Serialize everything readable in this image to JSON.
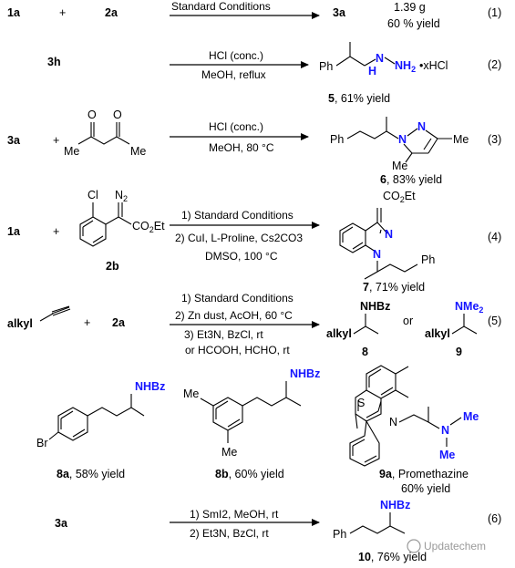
{
  "reactions": [
    {
      "number": "(1)",
      "reactants": [
        "1a",
        "+",
        "2a"
      ],
      "conditions": [
        "Standard Conditions"
      ],
      "product": "3a",
      "mass": "1.39 g",
      "yield": "60 % yield"
    },
    {
      "number": "(2)",
      "reactants": [
        "3h"
      ],
      "conditions": [
        "HCl (conc.)",
        "MeOH, reflux"
      ],
      "product_compound": "5",
      "product_yield": ", 61% yield",
      "labels": {
        "ph": "Ph",
        "n1": "N",
        "h1": "H",
        "nh2": "NH",
        "nh2_sub": "2",
        "salt": "•xHCl"
      }
    },
    {
      "number": "(3)",
      "reactants": [
        "3a",
        "+"
      ],
      "conditions": [
        "HCl (conc.)",
        "MeOH, 80 °C"
      ],
      "product_compound": "6",
      "product_yield": ", 83% yield",
      "labels": {
        "ph": "Ph",
        "n1": "N",
        "n2": "N",
        "me1": "Me",
        "me2": "Me",
        "me_left": "Me",
        "me_right": "Me",
        "o1": "O",
        "o2": "O"
      }
    },
    {
      "number": "(4)",
      "reactants": [
        "1a",
        "+"
      ],
      "reagent_compound": "2b",
      "conditions": [
        "1) Standard Conditions",
        "2) CuI, L-Proline, Cs2CO3",
        "DMSO, 100 °C"
      ],
      "product_compound": "7",
      "product_yield": ", 71% yield",
      "labels": {
        "cl": "Cl",
        "n2": "N",
        "n2_sub": "2",
        "co2et": "CO",
        "co2et_sub": "2",
        "co2et_tail": "Et",
        "prod_co2et": "CO",
        "prod_co2et_sub": "2",
        "prod_co2et_tail": "Et",
        "n1": "N",
        "n2b": "N",
        "ph": "Ph"
      }
    },
    {
      "number": "(5)",
      "reactants": [
        "alkyl",
        "+",
        "2a"
      ],
      "conditions": [
        "1) Standard Conditions",
        "2) Zn dust, AcOH, 60 °C",
        "3) Et3N, BzCl, rt",
        "or  HCOOH, HCHO, rt"
      ],
      "products": [
        {
          "compound": "8",
          "group": "NHBz",
          "alkyl": "alkyl"
        },
        {
          "compound": "9",
          "group": "NMe",
          "group_sub": "2",
          "alkyl": "alkyl"
        }
      ],
      "or_text": "or"
    }
  ],
  "examples": [
    {
      "compound": "8a",
      "yield": ", 58% yield",
      "group": "NHBz",
      "sub": "Br"
    },
    {
      "compound": "8b",
      "yield": ", 60% yield",
      "group": "NHBz",
      "me_top": "Me",
      "me_bottom": "Me"
    },
    {
      "compound": "9a",
      "name": ", Promethazine",
      "yield": "60% yield",
      "s": "S",
      "n": "N",
      "n2": "N",
      "me1": "Me",
      "me2": "Me"
    }
  ],
  "reaction6": {
    "number": "(6)",
    "reactant": "3a",
    "conditions": [
      "1) SmI2, MeOH, rt",
      "2) Et3N, BzCl, rt"
    ],
    "product_compound": "10",
    "product_yield": ", 76% yield",
    "group": "NHBz",
    "ph": "Ph"
  },
  "watermark": "Updatechem",
  "colors": {
    "heteroatom_blue": "#1515ff",
    "bond": "#000000",
    "watermark": "#9a9a9a"
  }
}
